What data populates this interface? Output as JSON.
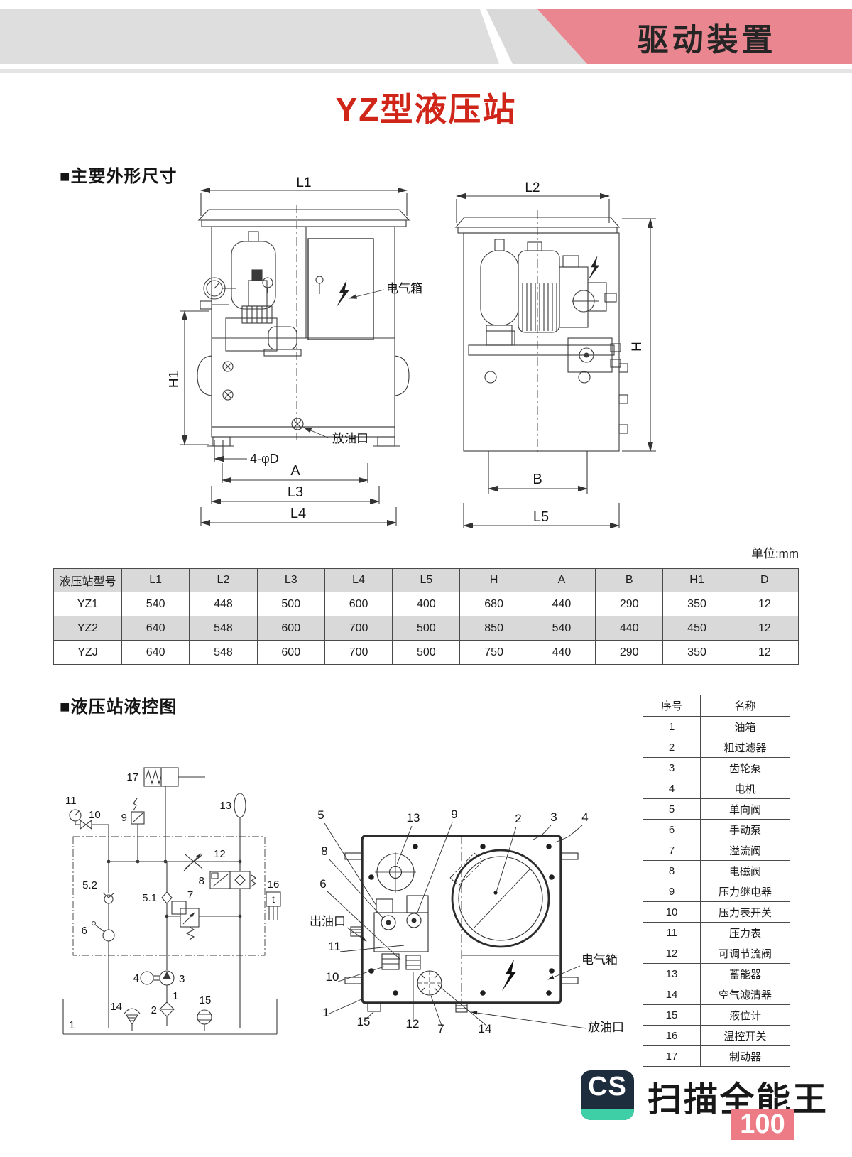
{
  "page": {
    "banner_title": "驱动装置",
    "title": "YZ型液压站",
    "section_dimensions": "■主要外形尺寸",
    "section_schematic": "■液压站液控图",
    "unit_note": "单位:mm"
  },
  "colors": {
    "banner_pink": "#e9868f",
    "title_red": "#d0261a",
    "table_gray": "#d9d9d9",
    "watermark_pink": "#ed7b85",
    "cs_navy": "#1d2d3d",
    "cs_teal": "#3ecfa6"
  },
  "front_view": {
    "l1": "L1",
    "h1": "H1",
    "a": "A",
    "l3": "L3",
    "l4": "L4",
    "holes": "4-φD",
    "drain_label": "放油口",
    "ebox_label": "电气箱"
  },
  "side_view": {
    "l2": "L2",
    "h": "H",
    "b": "B",
    "l5": "L5"
  },
  "dim_table": {
    "headers": [
      "液压站型号",
      "L1",
      "L2",
      "L3",
      "L4",
      "L5",
      "H",
      "A",
      "B",
      "H1",
      "D"
    ],
    "rows": [
      [
        "YZ1",
        "540",
        "448",
        "500",
        "600",
        "400",
        "680",
        "440",
        "290",
        "350",
        "12"
      ],
      [
        "YZ2",
        "640",
        "548",
        "600",
        "700",
        "500",
        "850",
        "540",
        "440",
        "450",
        "12"
      ],
      [
        "YZJ",
        "640",
        "548",
        "600",
        "700",
        "500",
        "750",
        "440",
        "290",
        "350",
        "12"
      ]
    ]
  },
  "schematic": {
    "labels": {
      "n1": "1",
      "n2": "2",
      "n3": "3",
      "n4": "4",
      "n5_1": "5.1",
      "n5_2": "5.2",
      "n6": "6",
      "n7": "7",
      "n8": "8",
      "n9": "9",
      "n10": "10",
      "n11": "11",
      "n12": "12",
      "n13": "13",
      "n14": "14",
      "n15": "15",
      "n16": "16",
      "n17": "17",
      "t_symbol": "t"
    }
  },
  "top_view": {
    "labels": {
      "n1": "1",
      "n2": "2",
      "n3": "3",
      "n4": "4",
      "n5": "5",
      "n6": "6",
      "n7": "7",
      "n8": "8",
      "n9": "9",
      "n10": "10",
      "n11": "11",
      "n12": "12",
      "n13": "13",
      "n14": "14",
      "n15": "15"
    },
    "outlet_label": "出油口",
    "drain_label": "放油口",
    "ebox_label": "电气箱"
  },
  "parts_table": {
    "headers": [
      "序号",
      "名称"
    ],
    "rows": [
      [
        "1",
        "油箱"
      ],
      [
        "2",
        "粗过滤器"
      ],
      [
        "3",
        "齿轮泵"
      ],
      [
        "4",
        "电机"
      ],
      [
        "5",
        "单向阀"
      ],
      [
        "6",
        "手动泵"
      ],
      [
        "7",
        "溢流阀"
      ],
      [
        "8",
        "电磁阀"
      ],
      [
        "9",
        "压力继电器"
      ],
      [
        "10",
        "压力表开关"
      ],
      [
        "11",
        "压力表"
      ],
      [
        "12",
        "可调节流阀"
      ],
      [
        "13",
        "蓄能器"
      ],
      [
        "14",
        "空气滤清器"
      ],
      [
        "15",
        "液位计"
      ],
      [
        "16",
        "温控开关"
      ],
      [
        "17",
        "制动器"
      ]
    ]
  },
  "watermark": {
    "icon_text": "CS",
    "app_name": "扫描全能王",
    "badge": "100"
  }
}
